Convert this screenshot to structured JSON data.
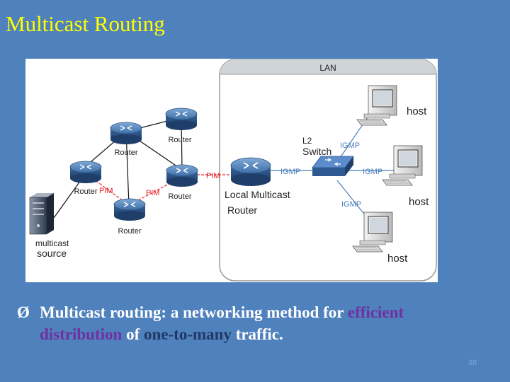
{
  "slide": {
    "title": "Multicast Routing",
    "slide_number": "38",
    "bullet": {
      "marker": "Ø",
      "intro": "Multicast routing: a networking method for ",
      "efficient": "efficient",
      "distribution": "distribution",
      "of": " of ",
      "one_to_many": "one-to-many",
      "traffic": " traffic."
    }
  },
  "diagram": {
    "lan_label": "LAN",
    "router_label": "Router",
    "pim_label": "PIM",
    "igmp_label": "IGMP",
    "switch_label_line1": "L2",
    "switch_label_line2": "Switch",
    "local_router_line1": "Local Multicast",
    "local_router_line2": "Router",
    "source_line1": "multicast",
    "source_line2": "source",
    "host_label": "host"
  },
  "colors": {
    "background": "#4f81bd",
    "title": "#ffff00",
    "emphasis_purple": "#7030a0",
    "emphasis_navy": "#1f3864",
    "pim_red": "#e8202a",
    "igmp_blue": "#4a7ebb"
  }
}
